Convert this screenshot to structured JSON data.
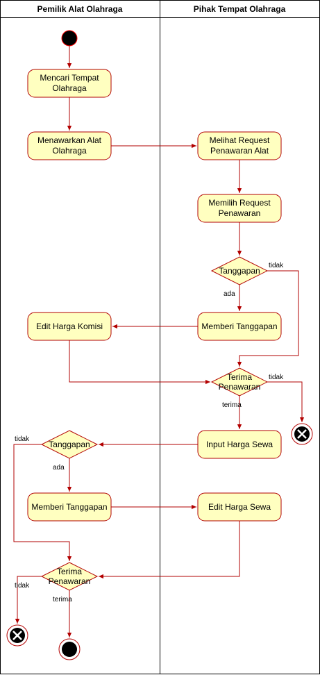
{
  "lanes": [
    {
      "id": "lane-pemilik",
      "title": "Pemilik Alat Olahraga"
    },
    {
      "id": "lane-pihak",
      "title": "Pihak Tempat Olahraga"
    }
  ],
  "activities": {
    "mencari": [
      "Mencari Tempat",
      "Olahraga"
    ],
    "menawarkan": [
      "Menawarkan Alat",
      "Olahraga"
    ],
    "melihat": [
      "Melihat Request",
      "Penawaran Alat"
    ],
    "memilih": [
      "Memilih Request",
      "Penawaran"
    ],
    "memberi_tanggapan_1": [
      "Memberi Tanggapan"
    ],
    "edit_komisi": [
      "Edit Harga Komisi"
    ],
    "input_sewa": [
      "Input Harga Sewa"
    ],
    "memberi_tanggapan_2": [
      "Memberi Tanggapan"
    ],
    "edit_sewa": [
      "Edit Harga Sewa"
    ]
  },
  "decisions": {
    "tanggapan_1": [
      "Tanggapan"
    ],
    "terima_1": [
      "Terima",
      "Penawaran"
    ],
    "tanggapan_2": [
      "Tanggapan"
    ],
    "terima_2": [
      "Terima",
      "Penawaran"
    ]
  },
  "edge_labels": {
    "tidak_1": "tidak",
    "ada_1": "ada",
    "tidak_2": "tidak",
    "terima_1": "terima",
    "tidak_3": "tidak",
    "ada_2": "ada",
    "tidak_4": "tidak",
    "terima_2": "terima"
  },
  "colors": {
    "activity_fill": "#ffffc0",
    "stroke": "#b20000",
    "node": "#000000"
  }
}
